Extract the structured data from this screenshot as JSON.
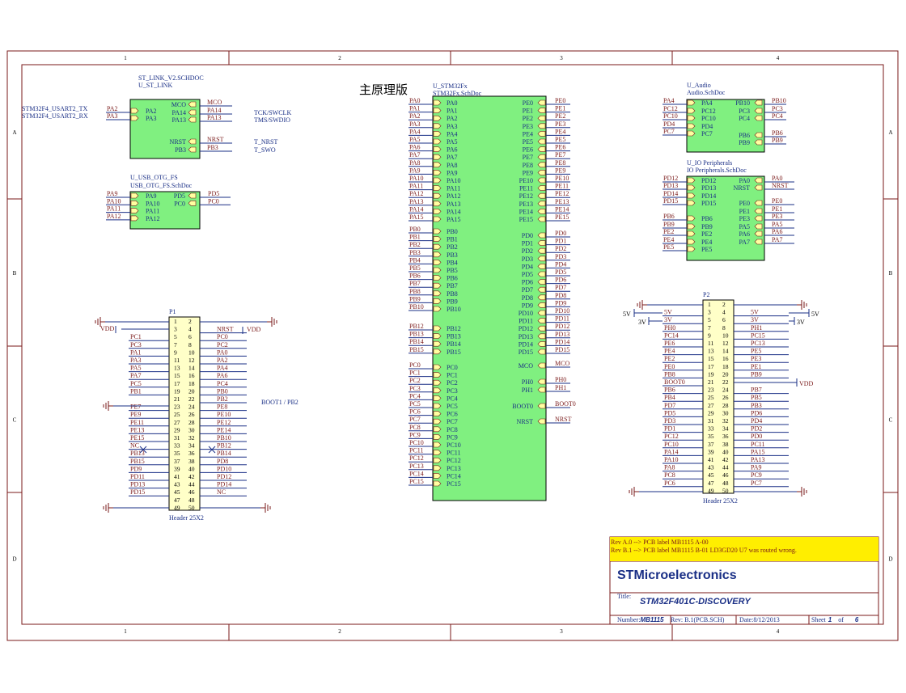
{
  "sheet_title": "主原理版",
  "grid": {
    "cols": [
      "1",
      "2",
      "3",
      "4"
    ],
    "rows": [
      "A",
      "B",
      "C",
      "D"
    ]
  },
  "stlink": {
    "file": "ST_LINK_V2.SCHDOC",
    "name": "U_ST_LINK",
    "left": [
      {
        "ext": "STM32F4_USART2_TX",
        "net": "PA2",
        "pin": "PA2"
      },
      {
        "ext": "STM32F4_USART2_RX",
        "net": "PA3",
        "pin": "PA3"
      }
    ],
    "right": [
      {
        "pin": "MCO",
        "net": "MCO",
        "ext": ""
      },
      {
        "pin": "PA14",
        "net": "PA14",
        "ext": "TCK/SWCLK"
      },
      {
        "pin": "PA13",
        "net": "PA13",
        "ext": "TMS/SWDIO"
      },
      {
        "pin": "NRST",
        "net": "NRST",
        "ext": "T_NRST"
      },
      {
        "pin": "PB3",
        "net": "PB3",
        "ext": "T_SWO"
      }
    ]
  },
  "usb": {
    "file": "USB_OTG_FS.SchDoc",
    "name": "U_USB_OTG_FS",
    "left": [
      "PA9",
      "PA10",
      "PA11",
      "PA12"
    ],
    "right": [
      "PD5",
      "PC0"
    ]
  },
  "audio": {
    "name": "U_Audio",
    "file": "Audio.SchDoc",
    "left": [
      "PA4",
      "PC12",
      "PC10",
      "PD4",
      "PC7"
    ],
    "mid_left": [
      "PA4",
      "PC12",
      "PC10",
      "PD4",
      "PC7"
    ],
    "mid_right": [
      "PB10",
      "PC3",
      "PC4",
      "PB6",
      "PB9"
    ],
    "right": [
      "PB10",
      "PC3",
      "PC4",
      "PB6",
      "PB9"
    ]
  },
  "io": {
    "name": "U_IO Peripherals",
    "file": "IO Peripherals.SchDoc",
    "left": [
      "PD12",
      "PD13",
      "PD14",
      "PD15",
      "PB6",
      "PB9",
      "PE2",
      "PE4",
      "PE5"
    ],
    "mid_left": [
      "PD12",
      "PD13",
      "PD14",
      "PD15",
      "PB6",
      "PB9",
      "PE2",
      "PE4",
      "PE5"
    ],
    "mid_right": [
      "PA0",
      "NRST",
      "PE0",
      "PE1",
      "PE3",
      "PA5",
      "PA6",
      "PA7"
    ],
    "right": [
      "PA0",
      "NRST",
      "PE0",
      "PE1",
      "PE3",
      "PA5",
      "PA6",
      "PA7"
    ]
  },
  "mcu": {
    "name": "U_STM32Fx",
    "file": "STM32Fx.SchDoc",
    "left": [
      "PA0",
      "PA1",
      "PA2",
      "PA3",
      "PA4",
      "PA5",
      "PA6",
      "PA7",
      "PA8",
      "PA9",
      "PA10",
      "PA11",
      "PA12",
      "PA13",
      "PA14",
      "PA15",
      "PB0",
      "PB1",
      "PB2",
      "PB3",
      "PB4",
      "PB5",
      "PB6",
      "PB7",
      "PB8",
      "PB9",
      "PB10",
      "PB12",
      "PB13",
      "PB14",
      "PB15",
      "PC0",
      "PC1",
      "PC2",
      "PC3",
      "PC4",
      "PC5",
      "PC6",
      "PC7",
      "PC8",
      "PC9",
      "PC10",
      "PC11",
      "PC12",
      "PC13",
      "PC14",
      "PC15"
    ],
    "right": [
      "PE0",
      "PE1",
      "PE2",
      "PE3",
      "PE4",
      "PE5",
      "PE6",
      "PE7",
      "PE8",
      "PE9",
      "PE10",
      "PE11",
      "PE12",
      "PE13",
      "PE14",
      "PE15",
      "PD0",
      "PD1",
      "PD2",
      "PD3",
      "PD4",
      "PD5",
      "PD6",
      "PD7",
      "PD8",
      "PD9",
      "PD10",
      "PD11",
      "PD12",
      "PD13",
      "PD14",
      "PD15",
      "MCO",
      "PH0",
      "PH1",
      "BOOT0",
      "NRST"
    ]
  },
  "p1": {
    "name": "P1",
    "type": "Header 25X2",
    "left": [
      "",
      "",
      "PC1",
      "PC3",
      "PA1",
      "PA3",
      "PA5",
      "PA7",
      "PC5",
      "PB1",
      "",
      "PE7",
      "PE9",
      "PE11",
      "PE13",
      "PE15",
      "NC",
      "PB13",
      "PB15",
      "PD9",
      "PD11",
      "PD13",
      "PD15",
      "",
      ""
    ],
    "right": [
      "",
      "NRST",
      "PC0",
      "PC2",
      "PA0",
      "PA2",
      "PA4",
      "PA6",
      "PC4",
      "PB0",
      "PB2",
      "PE8",
      "PE10",
      "PE12",
      "PE14",
      "PB10",
      "PB12",
      "PB14",
      "PD8",
      "PD10",
      "PD12",
      "PD14",
      "NC",
      "",
      ""
    ],
    "vdd_left": "VDD",
    "vdd_right": "VDD",
    "boot_note": "BOOT1 / PB2"
  },
  "p2": {
    "name": "P2",
    "type": "Header 25X2",
    "left": [
      "",
      "5V",
      "3V",
      "PH0",
      "PC14",
      "PE6",
      "PE4",
      "PE2",
      "PE0",
      "PB8",
      "BOOT0",
      "PB6",
      "PB4",
      "PD7",
      "PD5",
      "PD3",
      "PD1",
      "PC12",
      "PC10",
      "PA14",
      "PA10",
      "PA8",
      "PC8",
      "PC6",
      ""
    ],
    "right": [
      "",
      "5V",
      "3V",
      "PH1",
      "PC15",
      "PC13",
      "PE5",
      "PE3",
      "PE1",
      "PB9",
      "",
      "PB7",
      "PB5",
      "PB3",
      "PD6",
      "PD4",
      "PD2",
      "PD0",
      "PC11",
      "PA15",
      "PA13",
      "PA9",
      "PC9",
      "PC7",
      ""
    ],
    "pw_5v": "5V",
    "pw_3v": "3V",
    "vdd": "VDD"
  },
  "rev": {
    "a": "Rev A.0 --> PCB label MB1115 A-00",
    "b": "Rev B.1 --> PCB label MB1115 B-01 LD3GD20 U7 was routed wrong."
  },
  "titleblock": {
    "company": "STMicroelectronics",
    "title_label": "Title:",
    "title": "STM32F401C-DISCOVERY",
    "number_label": "Number:",
    "number": "MB1115",
    "rev_label": "Rev:",
    "rev": "B.1(PCB.SCH)",
    "date_label": "Date:",
    "date": "8/12/2013",
    "sheet_label": "Sheet",
    "sheet": "1",
    "of_label": "of",
    "sheets": "6"
  },
  "colors": {
    "border": "#7a1a1a",
    "wire": "#1a2f86",
    "net": "#7a1a1a",
    "block": "#80f080",
    "header": "#ffffc8",
    "rev": "#ffee00",
    "text": "#1a2f86"
  }
}
